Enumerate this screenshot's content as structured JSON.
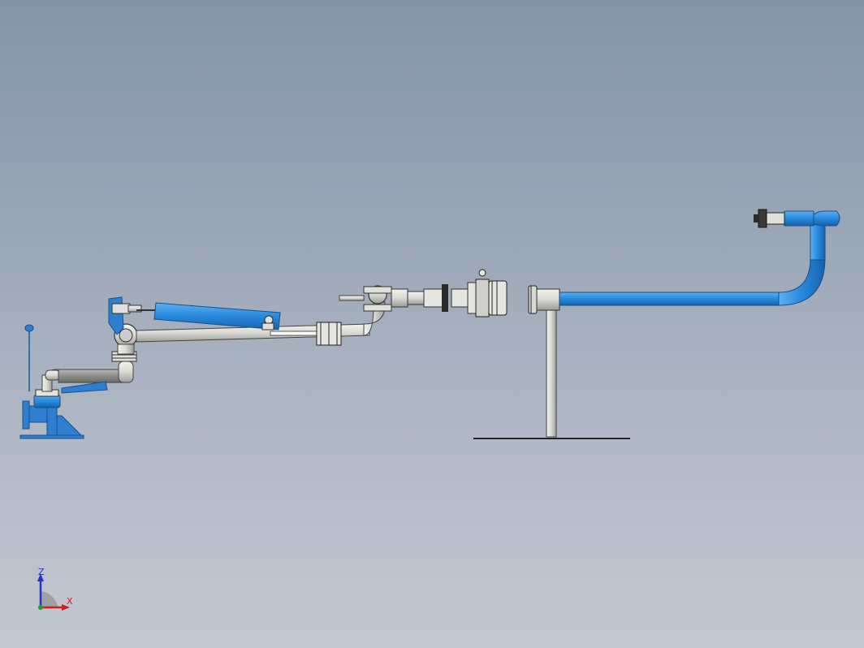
{
  "viewport": {
    "background_top": "#8494a8",
    "background_bottom": "#c3c8d1"
  },
  "colors": {
    "pipe_blue": "#2b8de0",
    "pipe_blue_dark": "#1668b5",
    "pipe_steel": "#dcdcd6",
    "pipe_steel_dark": "#8a8a86",
    "support_blue": "#2f7fd1",
    "outline": "#2a2a2a"
  },
  "triad": {
    "z_label": "Z",
    "x_label": "X",
    "z_color": "#2233cc",
    "x_color": "#d02020",
    "y_color": "#22a022"
  },
  "components": [
    "loading-arm-base",
    "inner-arm",
    "outer-arm",
    "balance-cylinder",
    "swivel-joint",
    "coupler",
    "tank-side-pipe",
    "pipe-support-stand"
  ]
}
